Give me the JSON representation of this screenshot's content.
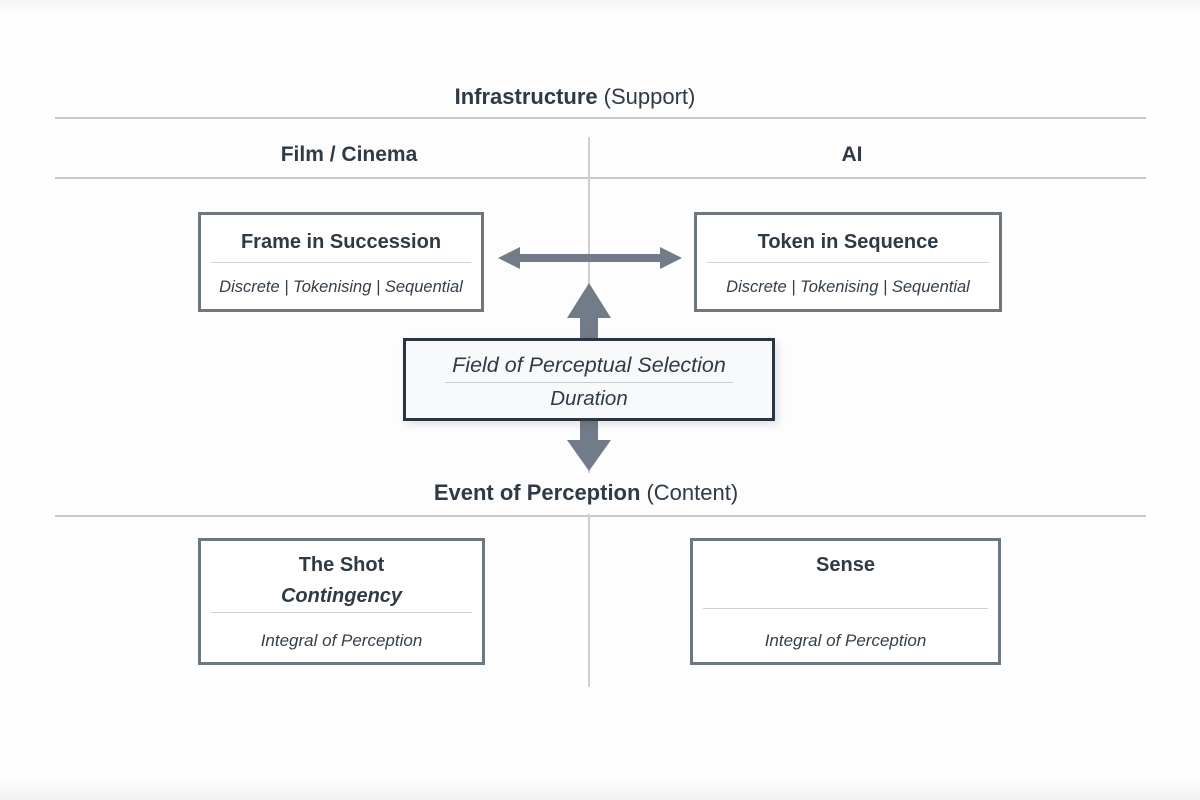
{
  "colors": {
    "text": "#2e3a46",
    "rule_line": "#c7cacf",
    "outer_box_border": "#6e7680",
    "center_box_border": "#2a3442",
    "center_box_bg": "#f8f9fb",
    "arrow": "#727c89",
    "background": "#fdfdfe"
  },
  "headings": {
    "top_bold": "Infrastructure",
    "top_normal": "(Support)",
    "middle_bold": "Event of Perception",
    "middle_normal": "(Content)"
  },
  "columns": {
    "left_label": "Film / Cinema",
    "right_label": "AI"
  },
  "boxes": {
    "top_left": {
      "title": "Frame in Succession",
      "subtitle": "Discrete | Tokenising | Sequential"
    },
    "top_right": {
      "title": "Token in Sequence",
      "subtitle": "Discrete | Tokenising | Sequential"
    },
    "center": {
      "line1": "Field of Perceptual Selection",
      "line2": "Duration"
    },
    "bottom_left": {
      "title": "The Shot",
      "subtitle": "Contingency",
      "footer": "Integral of Perception"
    },
    "bottom_right": {
      "title": "Sense",
      "footer": "Integral of Perception"
    }
  }
}
